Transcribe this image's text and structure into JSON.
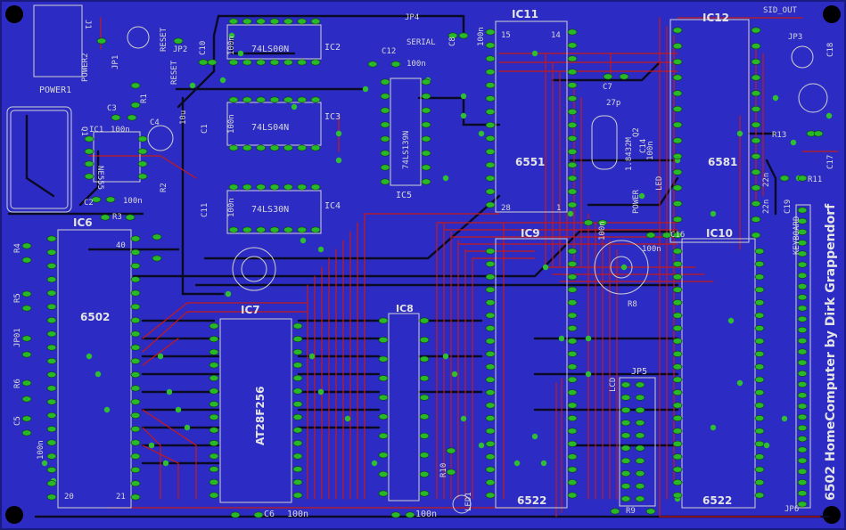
{
  "board": {
    "title": "6502 HomeComputer by Dirk Grappendorf",
    "colors": {
      "substrate": "#2c2cc4",
      "copper_top": "#c81818",
      "copper_bottom": "#0a0a22",
      "pad": "#28b828",
      "silkscreen": "#d8d8d8"
    }
  },
  "labels": {
    "j1": "J1",
    "power2": "POWER2",
    "power1": "POWER1",
    "jp1": "JP1",
    "reset": "RESET",
    "jp2": "JP2",
    "reset2": "RESET",
    "c10": "C10",
    "c10v": "100n",
    "ic2": "IC2",
    "ic2_type": "74LS00N",
    "ic3": "IC3",
    "ic3_type": "74LS04N",
    "ic4": "IC4",
    "ic4_type": "74LS30N",
    "c12": "C12",
    "c12v": "100n",
    "c1": "C1",
    "c1v": "100n",
    "c11": "C11",
    "c11v": "100n",
    "c3": "C3",
    "c3v": "100n",
    "c4": "C4",
    "c4v": "10u",
    "q1": "Q1",
    "ic1": "IC1",
    "ic1_type": "NE555",
    "c2": "C2",
    "c2v": "100n",
    "r2": "R2",
    "r1": "R1",
    "jp4": "JP4",
    "serial": "SERIAL",
    "c8": "C8",
    "c8v": "100n",
    "ic5": "IC5",
    "ic5_type": "74LS139N",
    "ic11": "IC11",
    "ic11_type": "6551",
    "pin15": "15",
    "pin14": "14",
    "pin28": "28",
    "pin1": "1",
    "c7": "C7",
    "c7v": "27p",
    "q2": "Q2",
    "q2v": "1.8432M",
    "c14": "C14",
    "c14v": "100n",
    "led": "LED",
    "power": "POWER",
    "ic12": "IC12",
    "ic12_type": "6581",
    "sid_out": "SID_OUT",
    "jp3": "JP3",
    "c18": "C18",
    "c17": "C17",
    "c19": "C19",
    "c19v": "22n",
    "c20v": "22n",
    "c13v": "100n",
    "c15v": "100n",
    "c16": "C16",
    "keyboard": "KEYBOARD",
    "r11": "R11",
    "r13": "R13",
    "ic6": "IC6",
    "ic6_type": "6502",
    "p40": "40",
    "p20": "20",
    "p21": "21",
    "r4": "R4",
    "r5": "R5",
    "jp01": "JP01",
    "r6": "R6",
    "c5": "C5",
    "c5v": "100n",
    "r3": "R3",
    "ic7": "IC7",
    "ic7_type": "AT28F256",
    "c6": "C6",
    "c6v": "100n",
    "ic8": "IC8",
    "c9v": "100n",
    "ic9": "IC9",
    "ic9_type": "6522",
    "ic10": "IC10",
    "ic10_type": "6522",
    "r8": "R8",
    "jp5": "JP5",
    "lcd": "LCD",
    "r9": "R9",
    "r10": "R10",
    "led1": "LED1",
    "jp6": "JP6"
  }
}
